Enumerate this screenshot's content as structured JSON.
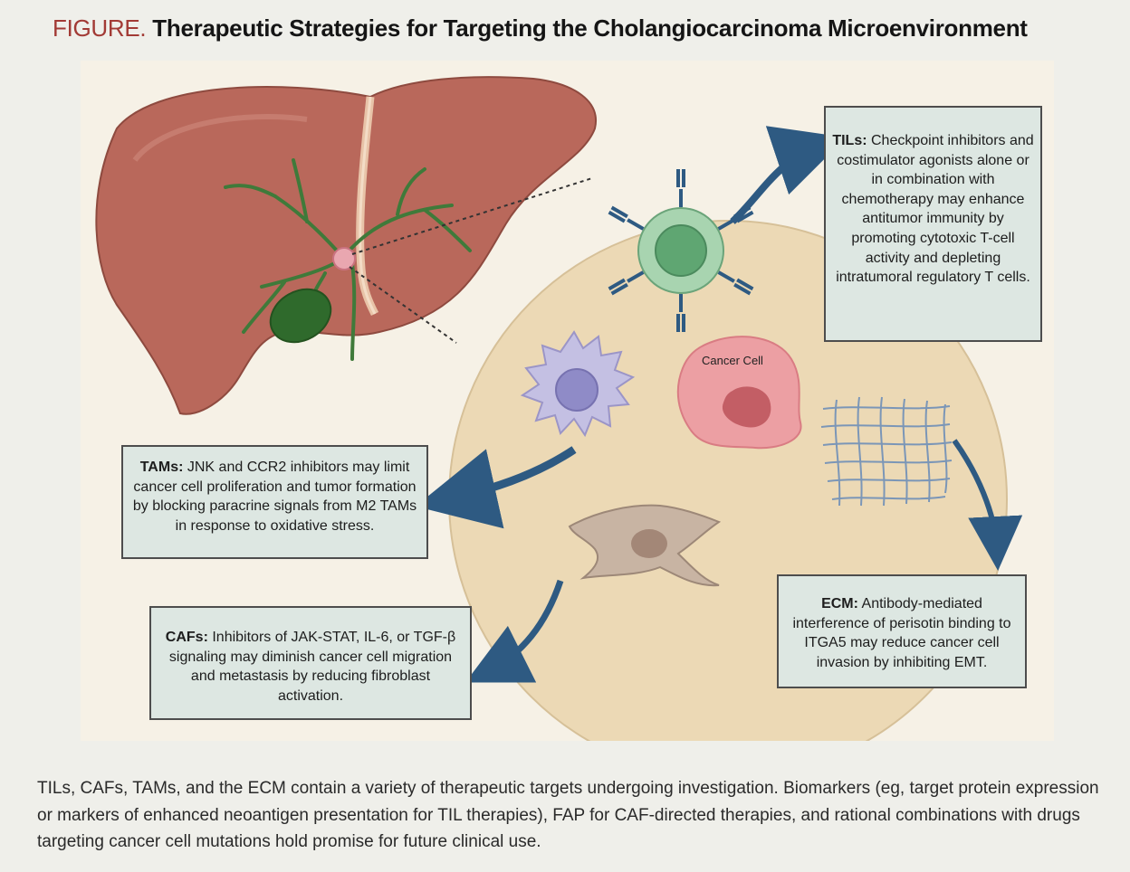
{
  "figure": {
    "label": "FIGURE.",
    "title": "Therapeutic Strategies for Targeting the Cholangiocarcinoma Microenvironment"
  },
  "cells": {
    "cancer_cell_label": "Cancer Cell"
  },
  "boxes": {
    "tils": {
      "label": "TILs:",
      "text": "Checkpoint inhibitors and costimulator agonists alone or in combination with chemotherapy may enhance antitumor immunity by promoting cytotoxic T-cell activity and depleting intratumoral regulatory T cells."
    },
    "tams": {
      "label": "TAMs:",
      "text": "JNK and CCR2 inhibitors may limit cancer cell proliferation and tumor formation by blocking paracrine signals from M2 TAMs in response to oxidative stress."
    },
    "cafs": {
      "label": "CAFs:",
      "text": "Inhibitors of JAK-STAT, IL-6, or TGF-β signaling may diminish cancer cell migration and metastasis by reducing fibroblast activation."
    },
    "ecm": {
      "label": "ECM:",
      "text": "Antibody-mediated interference of perisotin binding to ITGA5 may reduce cancer cell invasion by inhibiting EMT."
    }
  },
  "caption": "TILs, CAFs, TAMs, and the ECM contain a variety of therapeutic targets undergoing investigation. Biomarkers (eg, target protein expression or markers of enhanced neoantigen presentation for TIL therapies), FAP for CAF-directed therapies, and rational combinations with drugs targeting cancer cell mutations hold promise for future clinical use.",
  "colors": {
    "title_accent": "#a23a35",
    "box_fill": "#dde7e2",
    "arrow": "#2e5a82",
    "microenvironment": "#ecd9b5",
    "liver": "#b9685b",
    "bile_duct": "#3f7a3a"
  }
}
